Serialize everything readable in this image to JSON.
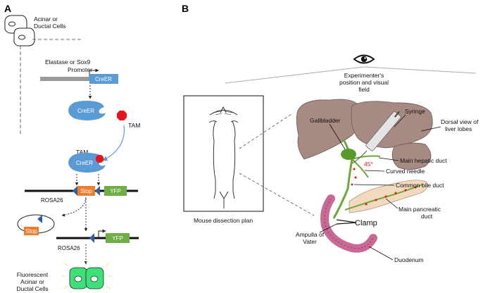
{
  "panel_a": {
    "letter": "A",
    "cell_label_line1": "Acinar or",
    "cell_label_line2": "Ductal Cells",
    "promoter_line1": "Elastase or Sox9",
    "promoter_line2": "Promoter",
    "creer": "CreER",
    "tam": "TAM",
    "stop": "Stop",
    "yfp": "YFP",
    "rosa26": "ROSA26",
    "result_line1": "Fluorescent",
    "result_line2": "Acinar or",
    "result_line3": "Ductal Cells"
  },
  "panel_b": {
    "letter": "B",
    "observer_line1": "Experimenter's",
    "observer_line2": "position and visual",
    "observer_line3": "field",
    "mouse_caption": "Mouse dissection plan",
    "gallbladder": "Gallbladder",
    "syringe": "Syringe",
    "liver_line1": "Dorsal view of",
    "liver_line2": "liver lobes",
    "main_hepatic_duct": "Main hepatic duct",
    "angle": "45°",
    "curved_needle": "Curved needle",
    "common_bile_duct": "Common bile duct",
    "pancreatic_line1": "Main pancreatic",
    "pancreatic_line2": "duct",
    "clamp": "Clamp",
    "ampulla_line1": "Ampulla of",
    "ampulla_line2": "Vater",
    "duodenum": "Duodenum"
  },
  "colors": {
    "creer_blue": "#5b9bd5",
    "tam_red": "#e8141c",
    "stop_orange": "#ed7d31",
    "yfp_green": "#70ad47",
    "fluorescent_green": "#3ee07a",
    "liver_brown": "#a78b82",
    "duct_green": "#6fa83a",
    "duodenum_pink": "#c96a95"
  }
}
